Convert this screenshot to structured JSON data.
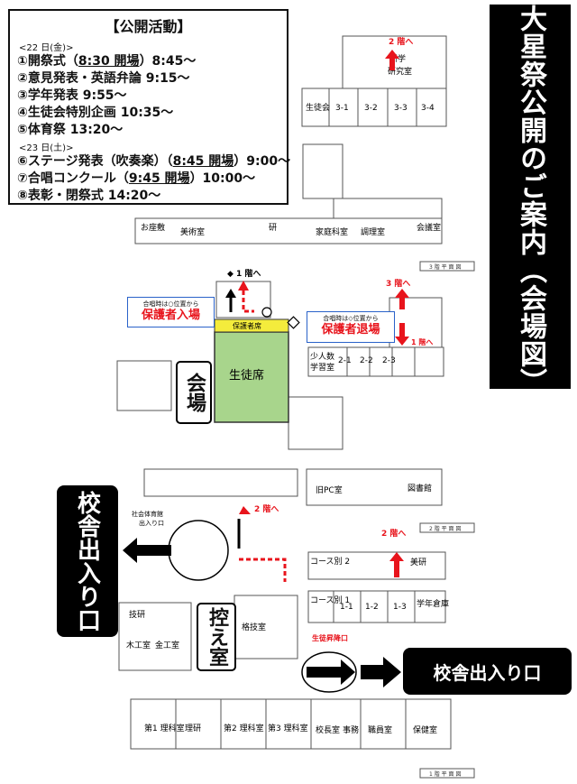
{
  "schedule": {
    "title": "【公開活動】",
    "day1": "<22 日(金)>",
    "day2": "<23 日(土)>",
    "events": [
      {
        "pre": "①開祭式（",
        "open": "8:30 開場",
        "post": "）8:45～"
      },
      {
        "pre": "②意見発表・英語弁論 9:15～",
        "open": "",
        "post": ""
      },
      {
        "pre": "③学年発表  9:55～",
        "open": "",
        "post": ""
      },
      {
        "pre": "④生徒会特別企画  10:35～",
        "open": "",
        "post": ""
      },
      {
        "pre": "⑤体育祭  13:20～",
        "open": "",
        "post": ""
      },
      {
        "pre": "⑥ステージ発表（吹奏楽）（",
        "open": "8:45 開場",
        "post": "）9:00～"
      },
      {
        "pre": "⑦合唱コンクール（",
        "open": "9:45 開場",
        "post": "）10:00～"
      },
      {
        "pre": "⑧表彰・閉祭式  14:20～",
        "open": "",
        "post": ""
      }
    ]
  },
  "banner": "大星祭公開のご案内（会場図）",
  "labels": {
    "venue": "会場",
    "waiting_room": "控え室",
    "school_exit_left": "校舎出入り口",
    "school_exit_right": "校舎出入り口",
    "guardian_seat": "保護者席",
    "student_seat": "生徒席",
    "entry_note": "合唱時は○位置から",
    "entry_big": "保護者入場",
    "exit_note": "合唱時は◇位置から",
    "exit_big": "保護者退場",
    "to_1f": "◆ 1 階へ",
    "to_1f_b": "1 階へ",
    "to_2f_top": "2 階へ",
    "to_2f_mid": "2 階へ",
    "to_2f_right": "2 階へ",
    "to_3f": "3 階へ",
    "gym_entrance_1": "社会体育館",
    "gym_entrance_2": "出入り口",
    "student_stairs": "生徒昇降口",
    "floor3": "3 階 平 面 図",
    "floor2": "2 階 平 面 図",
    "floor1": "1 階 平 面 図"
  },
  "rooms3f": {
    "seitokai": "生徒会",
    "r31": "3-1",
    "r32": "3-2",
    "r33": "3-3",
    "r34": "3-4",
    "sinpo": "新学",
    "kenkyu": "研究室",
    "bijutsu": "美術室",
    "kasei": "家庭科室",
    "chori": "調理室",
    "kaigi": "会議室",
    "kenkyu2": "研",
    "okimono": "お座敷"
  },
  "rooms2f": {
    "r21": "2-1",
    "r22": "2-2",
    "r23": "2-3",
    "shonin": "少人数",
    "gakushu": "学習室",
    "pc": "旧PC室",
    "tosho": "図書館",
    "course2": "コース別 2",
    "course1": "コース別 1",
    "r11": "1-1",
    "r12": "1-2",
    "r13": "1-3",
    "gakunen": "学年倉庫",
    "bijutsu2": "美研",
    "gikan": "技研"
  },
  "rooms1f": {
    "mokko": "木工室",
    "kinko": "金工室",
    "kakugi": "格技室",
    "rika1": "第1 理科室",
    "rika2": "第2 理科室",
    "rika3": "第3 理科室",
    "riken": "理研",
    "shokuin": "職員室",
    "hoken": "保健室",
    "koucho": "校長室",
    "jimu": "事務"
  }
}
